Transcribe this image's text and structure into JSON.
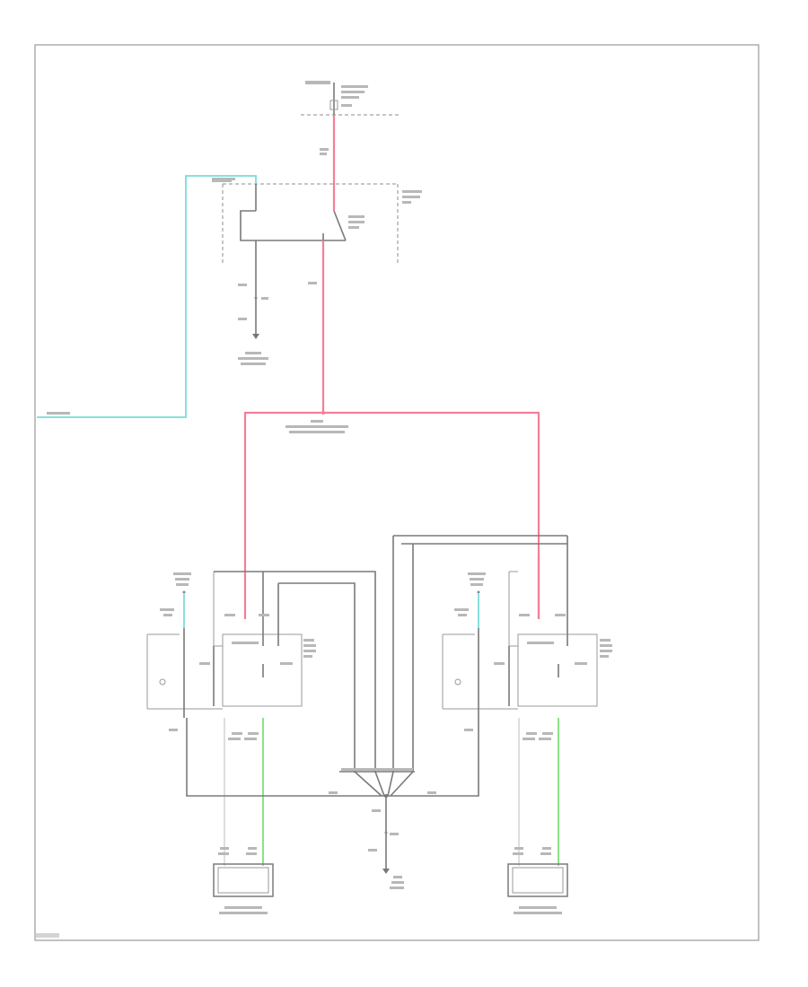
{
  "diagram": {
    "kind": "wiring-schematic",
    "wire_colors": {
      "power": "#f47f96",
      "signal": "#78dcd8",
      "ground": "#7a7a7a",
      "seat_circuit": "#7de07d"
    },
    "components": [
      "fuse-block",
      "relay-control-unit",
      "left-heated-seat-switch",
      "right-heated-seat-switch",
      "left-seat-heater-element",
      "right-seat-heater-element",
      "ground-point-upper",
      "ground-point-lower",
      "splice-junction"
    ]
  }
}
